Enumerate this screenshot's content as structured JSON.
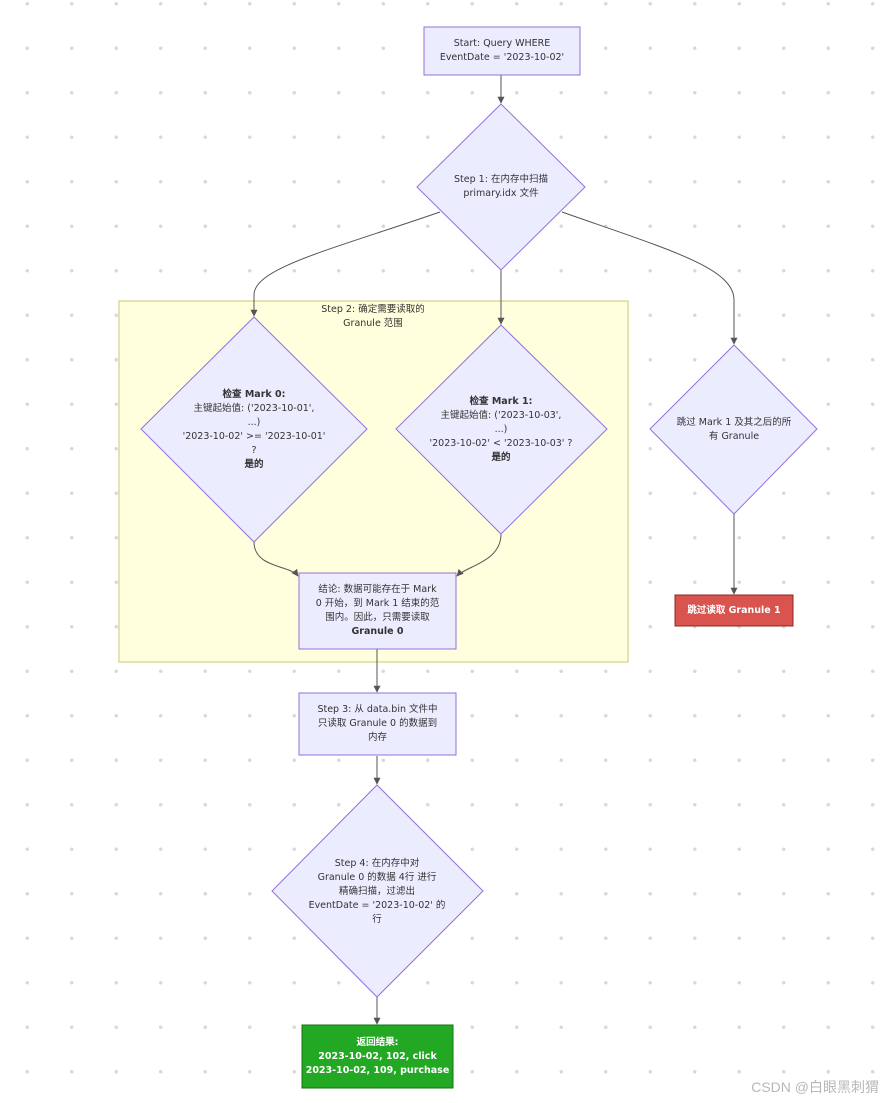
{
  "cluster": {
    "title_lines": [
      "Step 2: 确定需要读取的",
      "Granule 范围"
    ]
  },
  "nodes": {
    "start": {
      "lines": [
        "Start: Query WHERE",
        "EventDate = '2023-10-02'"
      ]
    },
    "step1": {
      "lines": [
        "Step 1: 在内存中扫描",
        "primary.idx 文件"
      ]
    },
    "mark0": {
      "title": "检查 Mark 0:",
      "lines": [
        "主键起始值: ('2023-10-01',",
        "...)",
        "'2023-10-02' >= '2023-10-01'",
        "?"
      ],
      "answer": "是的"
    },
    "mark1": {
      "title": "检查 Mark 1:",
      "lines": [
        "主键起始值: ('2023-10-03',",
        "...)",
        "'2023-10-02' < '2023-10-03' ?"
      ],
      "answer": "是的"
    },
    "skip_all": {
      "lines": [
        "跳过 Mark 1 及其之后的所",
        "有 Granule"
      ]
    },
    "skip_granule1": {
      "lines": [
        "跳过读取 Granule 1"
      ]
    },
    "conclusion": {
      "lines": [
        "结论: 数据可能存在于 Mark",
        "0 开始，到 Mark 1 结束的范",
        "围内。因此，只需要读取"
      ],
      "bold_line": "Granule 0"
    },
    "step3": {
      "lines": [
        "Step 3: 从 data.bin 文件中",
        "只读取 Granule 0 的数据到",
        "内存"
      ]
    },
    "step4": {
      "lines": [
        "Step 4: 在内存中对",
        "Granule 0 的数据 4行 进行",
        "精确扫描，过滤出",
        "EventDate = '2023-10-02' 的",
        "行"
      ]
    },
    "result": {
      "title": "返回结果:",
      "lines": [
        "2023-10-02, 102, click",
        "2023-10-02, 109, purchase"
      ]
    }
  },
  "watermark": "CSDN @白眼黑刺猬",
  "colors": {
    "node_fill": "#ECECFF",
    "node_stroke": "#9370DB",
    "cluster_fill": "#ffffde",
    "cluster_stroke": "#c9c96a",
    "edge": "#555555",
    "skip_fill": "#d9534f",
    "result_fill": "#22a822"
  }
}
